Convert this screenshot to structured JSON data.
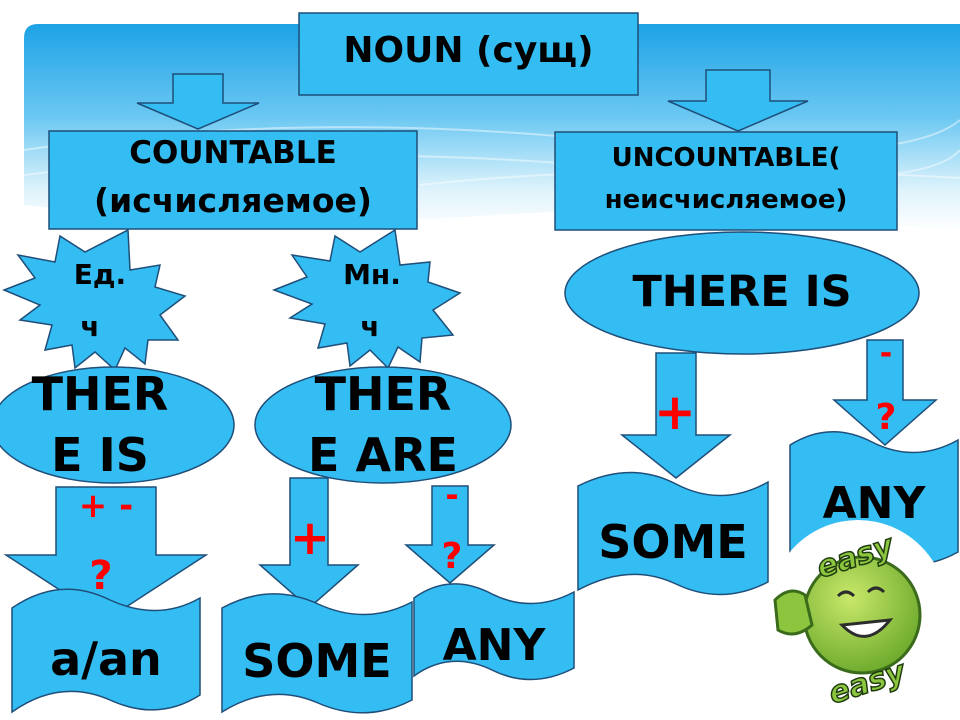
{
  "diagram": {
    "root": "NOUN (сущ)",
    "countable": {
      "line1": "COUNTABLE",
      "line2": "(исчисляемое)"
    },
    "uncountable": {
      "line1": "UNCOUNTABLE(",
      "line2": "неисчисляемое)"
    },
    "singular_star": {
      "line1": "Ед.",
      "line2": "ч"
    },
    "plural_star": {
      "line1": "Мн.",
      "line2": "ч"
    },
    "there_is_countable": {
      "line1": "THER",
      "line2": "E IS"
    },
    "there_are": {
      "line1": "THER",
      "line2": "E ARE"
    },
    "there_is_uncountable": "THERE IS",
    "signs": {
      "plus_minus": "+ -",
      "question": "?",
      "plus": "+",
      "minus": "-"
    },
    "results": {
      "a_an": "a/an",
      "some": "SOME",
      "any": "ANY",
      "some_uncountable": "SOME",
      "any_uncountable": "ANY"
    }
  },
  "logo": {
    "text_top": "easy",
    "text_bottom": "easy"
  },
  "colors": {
    "box_fill": "#33bdf2",
    "box_stroke": "#1f4e79",
    "sign_red": "#ff0000",
    "background_blue": "#1ea2e6",
    "logo_green": "#8cc63f"
  }
}
